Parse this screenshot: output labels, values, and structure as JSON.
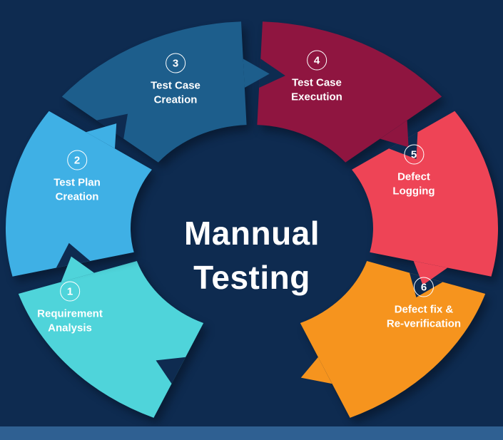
{
  "background_color": "#0e2b50",
  "footer_color": "#2f6092",
  "title": {
    "line1": "Mannual",
    "line2": "Testing"
  },
  "segments": [
    {
      "number": "1",
      "lines": [
        "Requirement",
        "Analysis"
      ],
      "color": "#4fd4da"
    },
    {
      "number": "2",
      "lines": [
        "Test Plan",
        "Creation"
      ],
      "color": "#3fb0e5"
    },
    {
      "number": "3",
      "lines": [
        "Test Case",
        "Creation"
      ],
      "color": "#1d5e8c"
    },
    {
      "number": "4",
      "lines": [
        "Test Case",
        "Execution"
      ],
      "color": "#8f1540"
    },
    {
      "number": "5",
      "lines": [
        "Defect",
        "Logging"
      ],
      "color": "#ee4456"
    },
    {
      "number": "6",
      "lines": [
        "Defect fix &",
        "Re-verification"
      ],
      "color": "#f6941e"
    }
  ]
}
